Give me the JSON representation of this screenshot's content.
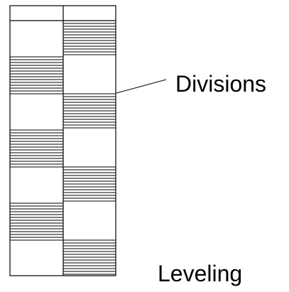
{
  "labels": {
    "divisions": "Divisions",
    "leveling": "Leveling"
  },
  "rod": {
    "columns": 2,
    "pattern": {
      "left": [
        "blank",
        "blank",
        "hatched",
        "blank",
        "hatched",
        "blank",
        "hatched",
        "blank"
      ],
      "right": [
        "blank",
        "hatched",
        "blank",
        "hatched",
        "blank",
        "hatched",
        "blank",
        "hatched"
      ]
    }
  }
}
